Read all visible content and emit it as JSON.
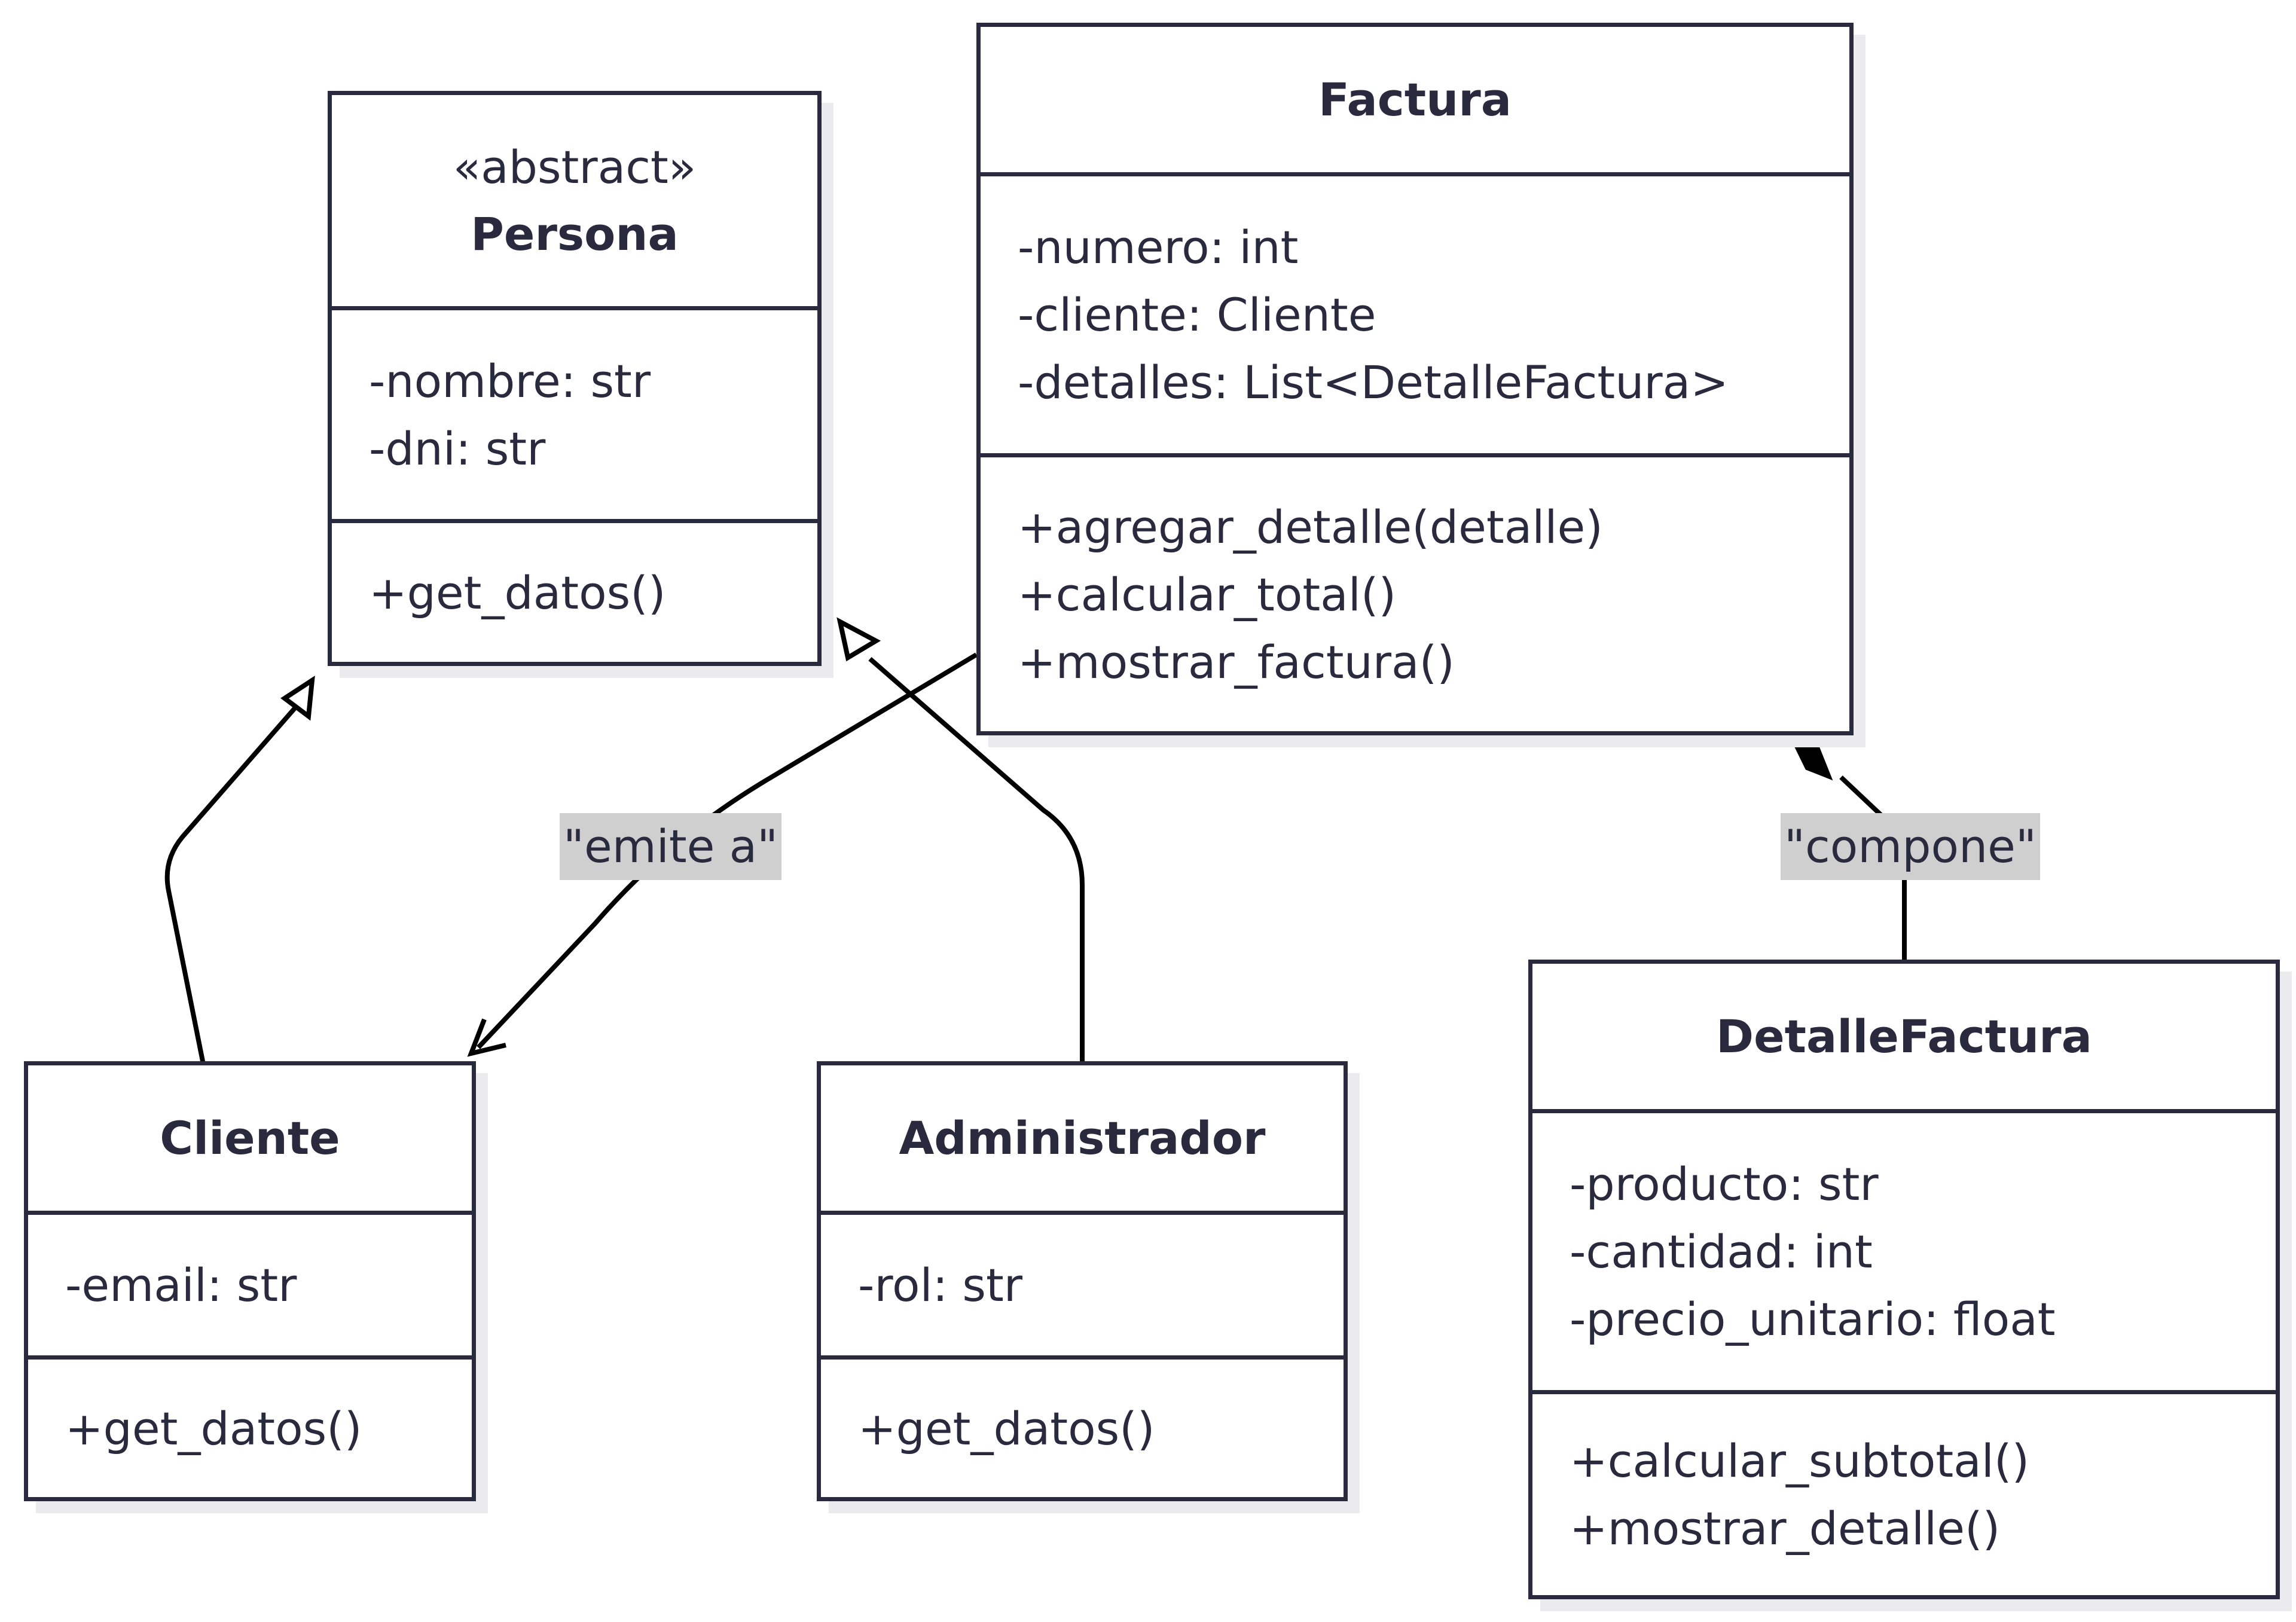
{
  "classes": {
    "persona": {
      "stereotype": "«abstract»",
      "name": "Persona",
      "attributes": [
        "-nombre: str",
        "-dni: str"
      ],
      "methods": [
        "+get_datos()"
      ]
    },
    "factura": {
      "name": "Factura",
      "attributes": [
        "-numero: int",
        "-cliente: Cliente",
        "-detalles: List<DetalleFactura>"
      ],
      "methods": [
        "+agregar_detalle(detalle)",
        "+calcular_total()",
        "+mostrar_factura()"
      ]
    },
    "cliente": {
      "name": "Cliente",
      "attributes": [
        "-email: str"
      ],
      "methods": [
        "+get_datos()"
      ]
    },
    "administrador": {
      "name": "Administrador",
      "attributes": [
        "-rol: str"
      ],
      "methods": [
        "+get_datos()"
      ]
    },
    "detalle": {
      "name": "DetalleFactura",
      "attributes": [
        "-producto: str",
        "-cantidad: int",
        "-precio_unitario: float"
      ],
      "methods": [
        "+calcular_subtotal()",
        "+mostrar_detalle()"
      ]
    }
  },
  "relations": {
    "emite": {
      "label": "\"emite a\""
    },
    "compone": {
      "label": "\"compone\""
    }
  },
  "colors": {
    "line": "#2a2a3e",
    "label_bg": "#cfcfcf",
    "shadow": "#ebebee"
  }
}
